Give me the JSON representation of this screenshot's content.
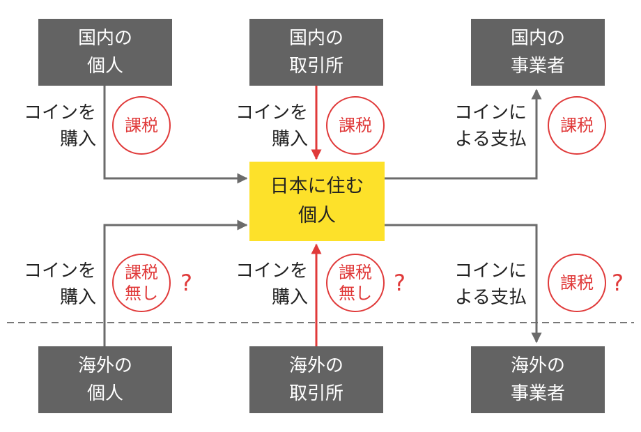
{
  "colors": {
    "box_fill": "#636363",
    "center_fill": "#fde12a",
    "accent_red": "#e03a3a",
    "arrow_gray": "#6b6b6b",
    "divider": "#777777"
  },
  "boxes": {
    "domestic_individual": [
      "国内の",
      "個人"
    ],
    "domestic_exchange": [
      "国内の",
      "取引所"
    ],
    "domestic_business": [
      "国内の",
      "事業者"
    ],
    "center": [
      "日本に住む",
      "個人"
    ],
    "foreign_individual": [
      "海外の",
      "個人"
    ],
    "foreign_exchange": [
      "海外の",
      "取引所"
    ],
    "foreign_business": [
      "海外の",
      "事業者"
    ]
  },
  "labels": {
    "buy_coin": [
      "コインを",
      "購入"
    ],
    "pay_by_coin": [
      "コインに",
      "よる支払"
    ]
  },
  "badges": {
    "taxed": "課税",
    "untaxed": [
      "課税",
      "無し"
    ],
    "question": "?"
  }
}
